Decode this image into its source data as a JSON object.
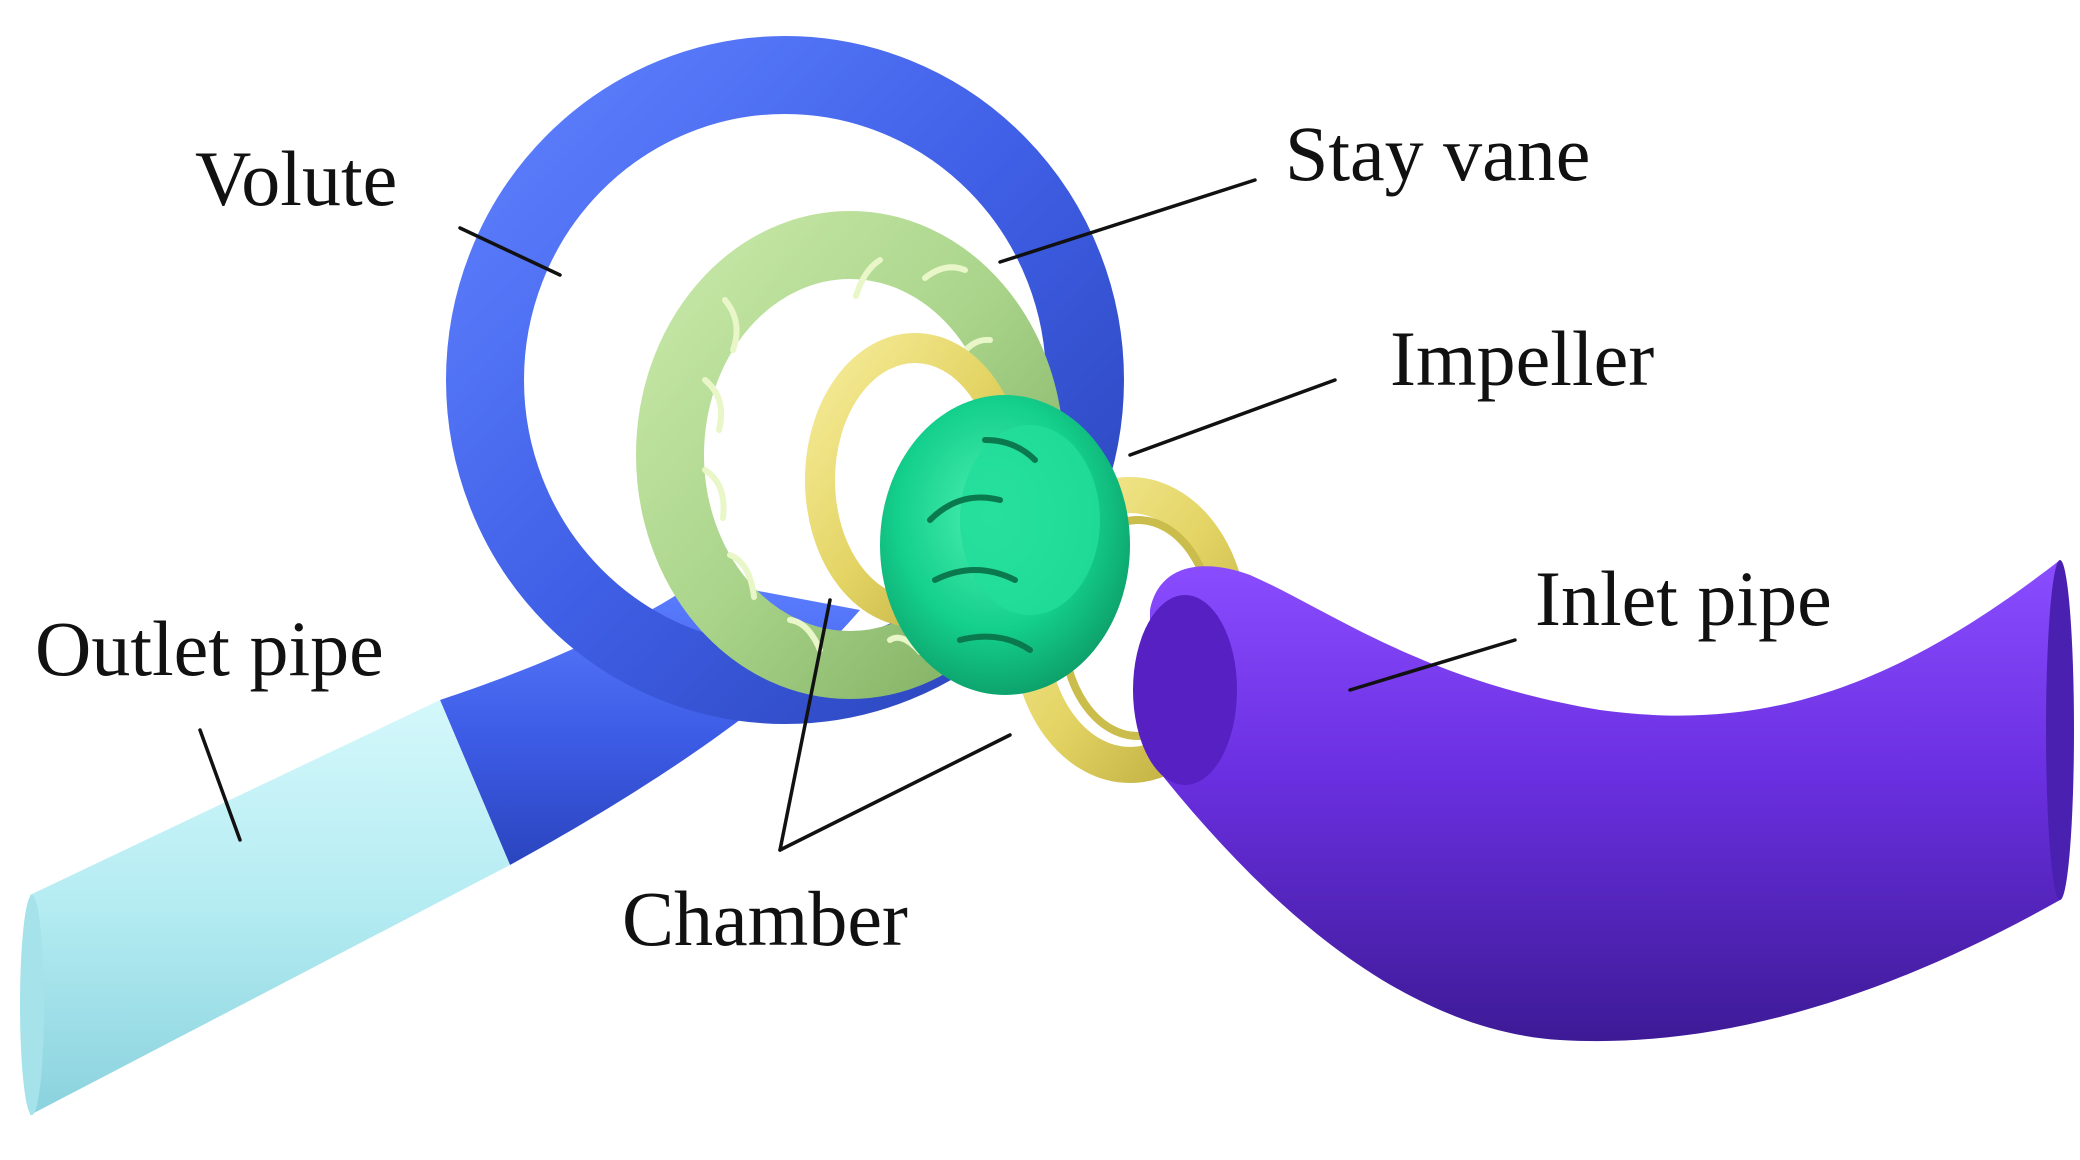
{
  "labels": {
    "volute": "Volute",
    "stay_vane": "Stay vane",
    "impeller": "Impeller",
    "inlet_pipe": "Inlet pipe",
    "outlet_pipe": "Outlet pipe",
    "chamber": "Chamber"
  },
  "colors": {
    "volute": "#3f5fe6",
    "outlet_pipe_light": "#b4ecf2",
    "stay_vane": "#a9d48a",
    "impeller": "#14cf8c",
    "chamber": "#e3d464",
    "inlet_pipe": "#6a2fe0"
  }
}
